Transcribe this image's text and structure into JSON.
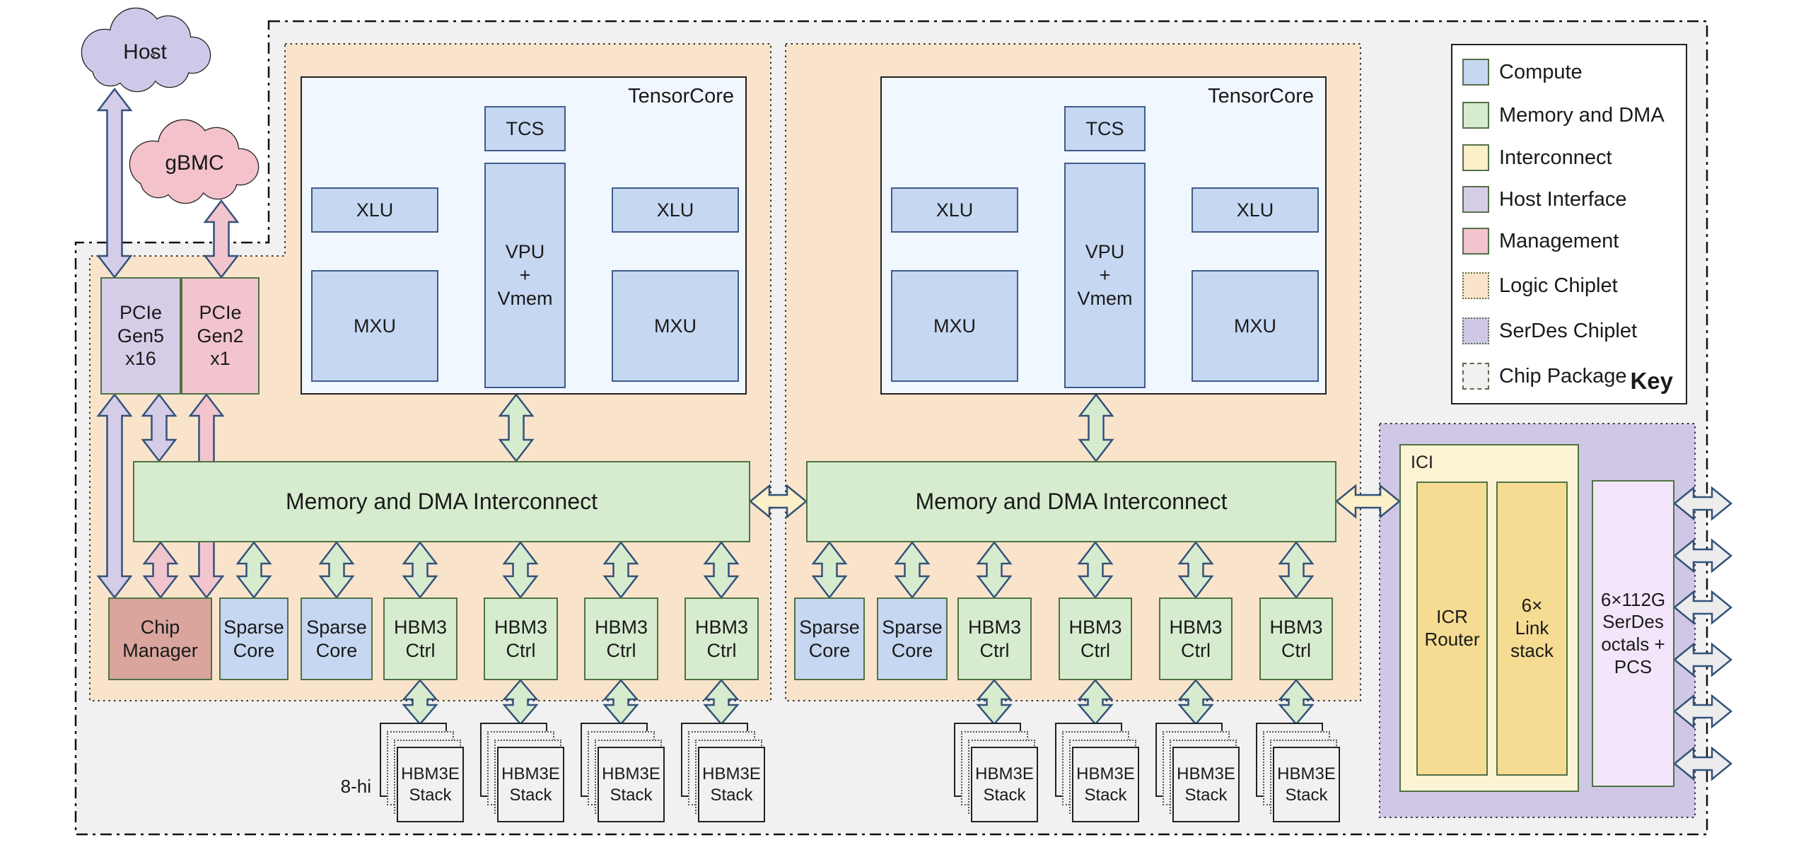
{
  "clouds": {
    "host": "Host",
    "gbmc": "gBMC"
  },
  "host_interface": {
    "pcie_gen5": "PCIe\nGen5\nx16",
    "pcie_gen2": "PCIe\nGen2\nx1"
  },
  "tensorcores": [
    {
      "label": "TensorCore",
      "tcs": "TCS",
      "vpu": "VPU\n+\nVmem",
      "xlu_left": "XLU",
      "xlu_right": "XLU",
      "mxu_left": "MXU",
      "mxu_right": "MXU"
    },
    {
      "label": "TensorCore",
      "tcs": "TCS",
      "vpu": "VPU\n+\nVmem",
      "xlu_left": "XLU",
      "xlu_right": "XLU",
      "mxu_left": "MXU",
      "mxu_right": "MXU"
    }
  ],
  "interconnects": {
    "left": "Memory and DMA Interconnect",
    "right": "Memory and DMA Interconnect"
  },
  "management": {
    "chip_manager": "Chip\nManager"
  },
  "compute": {
    "sparse_core": "Sparse\nCore"
  },
  "memory": {
    "hbm3_ctrl": "HBM3\nCtrl",
    "hbm3e_stack": "HBM3E\nStack",
    "stack_height": "8-hi"
  },
  "ici": {
    "label": "ICI",
    "icr_router": "ICR\nRouter",
    "link_stack": "6×\nLink\nstack"
  },
  "serdes": {
    "octals": "6×112G\nSerDes\noctals +\nPCS"
  },
  "key": {
    "title": "Key",
    "items": [
      {
        "label": "Compute",
        "color": "#c6d7f2"
      },
      {
        "label": "Memory and DMA",
        "color": "#d7eccf"
      },
      {
        "label": "Interconnect",
        "color": "#fbf0c8"
      },
      {
        "label": "Host Interface",
        "color": "#d5cde8"
      },
      {
        "label": "Management",
        "color": "#f2c4ce"
      },
      {
        "label": "Logic Chiplet",
        "color": "#f9e4cb"
      },
      {
        "label": "SerDes Chiplet",
        "color": "#cfc7e5"
      },
      {
        "label": "Chip Package",
        "color": "#f1f1f1"
      }
    ]
  },
  "colors": {
    "compute": "#c6d7f2",
    "memory_dma": "#d7eccf",
    "interconnect": "#fbf0c8",
    "host_interface": "#d5cde8",
    "management": "#f2c4ce",
    "logic_chiplet": "#f9e4cb",
    "serdes_chiplet": "#cfc7e5",
    "chip_package": "#f1f1f1",
    "arrow_outline": "#33527a"
  }
}
